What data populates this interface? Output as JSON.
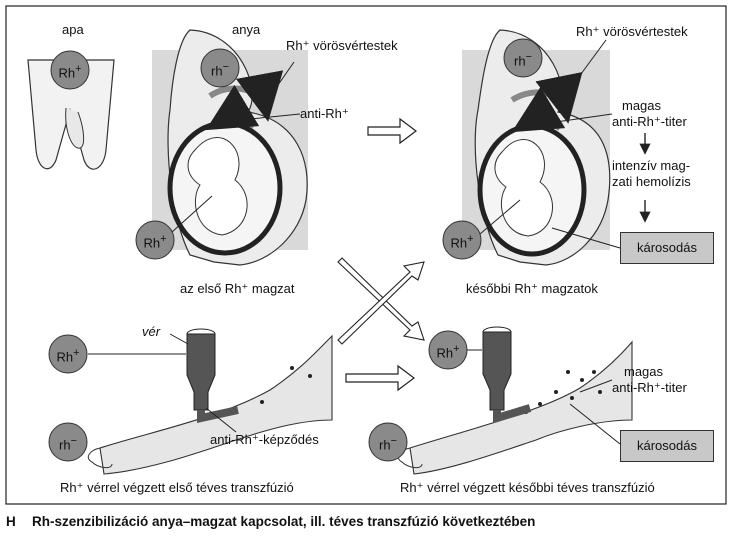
{
  "labels": {
    "father": "apa",
    "mother": "anya",
    "rh_pos": "Rh",
    "rh_neg": "rh",
    "sup_plus": "+",
    "sup_minus": "−",
    "red_cells_left": "Rh⁺ vörösvértestek",
    "red_cells_right": "Rh⁺ vörösvértestek",
    "anti_rh": "anti-Rh⁺",
    "first_fetus": "az első Rh⁺ magzat",
    "later_fetuses": "későbbi Rh⁺ magzatok",
    "high_titer_top_1": "magas",
    "high_titer_top_2": "anti-Rh⁺-titer",
    "hemolysis_1": "intenzív mag-",
    "hemolysis_2": "zati hemolízis",
    "damage_top": "károsodás",
    "blood": "vér",
    "anti_rh_formation": "anti-Rh⁺-képződés",
    "first_transfusion": "Rh⁺ vérrel végzett első téves transzfúzió",
    "later_transfusion": "Rh⁺ vérrel végzett későbbi téves transzfúzió",
    "high_titer_bottom_1": "magas",
    "high_titer_bottom_2": "anti-Rh⁺-titer",
    "damage_bottom": "károsodás"
  },
  "caption": {
    "letter": "H",
    "text": "Rh-szenzibilizáció anya–magzat kapcsolat, ill. téves transzfúzió következtében"
  },
  "colors": {
    "panel": "#d9d9d9",
    "circle": "#8a8a8a",
    "box": "#c8c8c8",
    "dark": "#333333"
  }
}
